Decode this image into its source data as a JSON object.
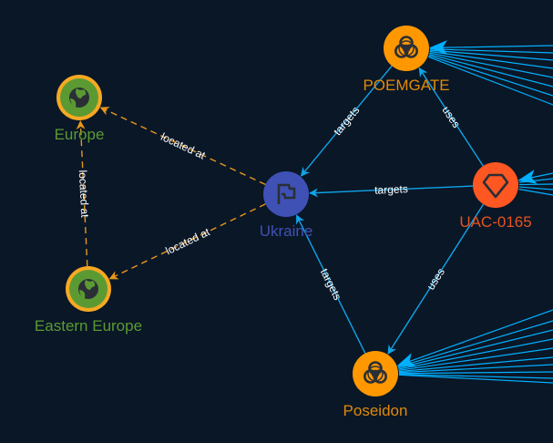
{
  "graph": {
    "nodes": [
      {
        "id": "europe",
        "label": "Europe",
        "type": "region",
        "icon": "globe-icon",
        "color": "#5b9a32",
        "label_color": "#5b9a32",
        "ring": "#f7a823"
      },
      {
        "id": "eastern-europe",
        "label": "Eastern Europe",
        "type": "region",
        "icon": "globe-icon",
        "color": "#5b9a32",
        "label_color": "#5b9a32",
        "ring": "#f7a823"
      },
      {
        "id": "ukraine",
        "label": "Ukraine",
        "type": "country",
        "icon": "flag-icon",
        "color": "#3f51b5",
        "label_color": "#3f51b5"
      },
      {
        "id": "poemgate",
        "label": "POEMGATE",
        "type": "malware",
        "icon": "biohazard-icon",
        "color": "#ff9800",
        "label_color": "#e08a0a"
      },
      {
        "id": "uac-0165",
        "label": "UAC-0165",
        "type": "intrusion-set",
        "icon": "diamond-icon",
        "color": "#ff5722",
        "label_color": "#e8531e"
      },
      {
        "id": "poseidon",
        "label": "Poseidon",
        "type": "malware",
        "icon": "biohazard-icon",
        "color": "#ff9800",
        "label_color": "#e08a0a"
      }
    ],
    "edges": [
      {
        "from": "ukraine",
        "to": "europe",
        "label": "located at",
        "style": "dashed",
        "color": "#e8961b"
      },
      {
        "from": "ukraine",
        "to": "eastern-europe",
        "label": "located at",
        "style": "dashed",
        "color": "#e8961b"
      },
      {
        "from": "eastern-europe",
        "to": "europe",
        "label": "located at",
        "style": "dashed",
        "color": "#e8961b"
      },
      {
        "from": "poemgate",
        "to": "ukraine",
        "label": "targets",
        "style": "solid",
        "color": "#0ea5e9"
      },
      {
        "from": "uac-0165",
        "to": "ukraine",
        "label": "targets",
        "style": "solid",
        "color": "#0ea5e9"
      },
      {
        "from": "poseidon",
        "to": "ukraine",
        "label": "targets",
        "style": "solid",
        "color": "#0ea5e9"
      },
      {
        "from": "uac-0165",
        "to": "poemgate",
        "label": "uses",
        "style": "solid",
        "color": "#0ea5e9"
      },
      {
        "from": "uac-0165",
        "to": "poseidon",
        "label": "uses",
        "style": "solid",
        "color": "#0ea5e9"
      }
    ],
    "offscreen_edge_color": "#00b0ff",
    "background": "#0a1727"
  }
}
